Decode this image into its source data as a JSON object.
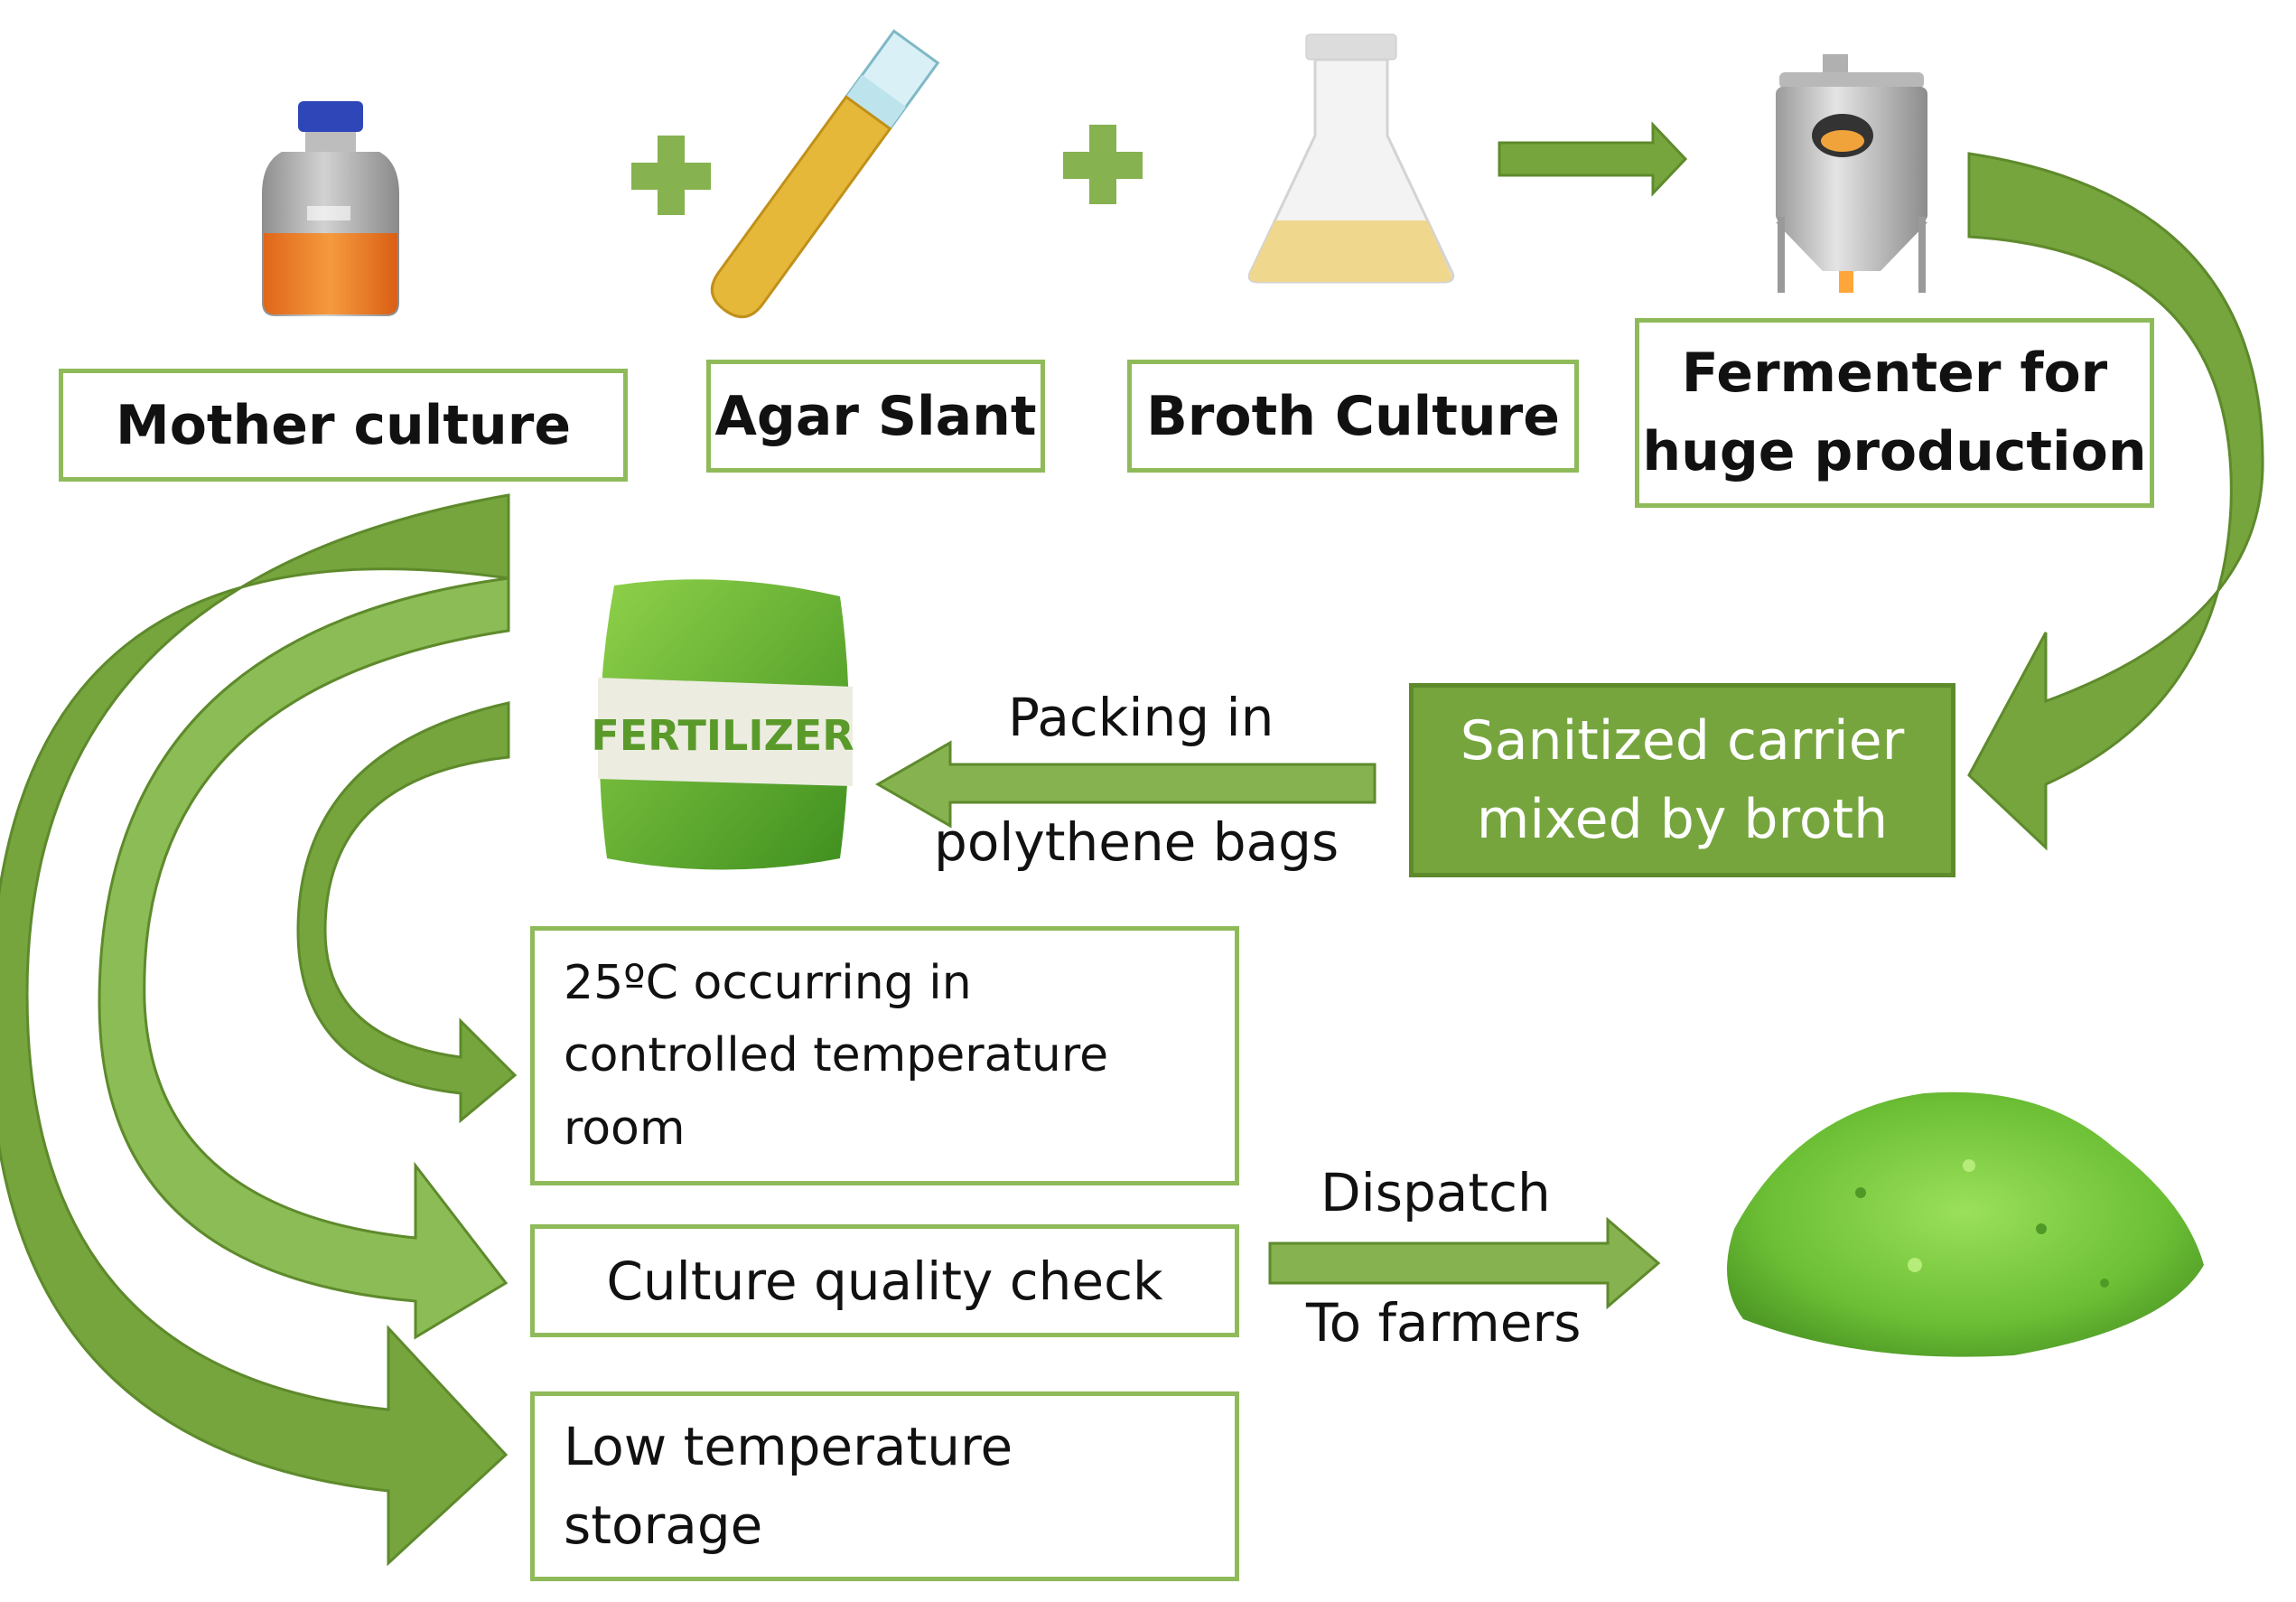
{
  "diagram": {
    "colors": {
      "arrow_fill": "#76a53e",
      "arrow_fill_light": "#8cbc55",
      "arrow_stroke": "#5e8a2c",
      "box_border": "#8fba5a",
      "filled_box": "#76a53e",
      "plus_sign": "#86b250"
    },
    "icons": {
      "mother_culture": "reagent-bottle-icon",
      "agar_slant": "test-tube-icon",
      "broth_culture": "erlenmeyer-flask-icon",
      "fermenter": "fermenter-tank-icon",
      "fertilizer_bag": "fertilizer-bag-icon",
      "product": "green-powder-icon"
    },
    "nodes": {
      "mother_culture": "Mother culture",
      "agar_slant": "Agar Slant",
      "broth_culture": "Broth Culture",
      "fermenter": {
        "line1": "Fermenter for",
        "line2": "huge production"
      },
      "sanitized": {
        "line1": "Sanitized carrier",
        "line2": "mixed by broth"
      },
      "fertilizer_bag_text": "FERTILIZER",
      "incubation": {
        "line1": "25ºC occurring in",
        "line2": "controlled temperature",
        "line3": "room"
      },
      "quality_check": "Culture quality check",
      "storage": {
        "line1": "Low temperature",
        "line2": "storage"
      }
    },
    "edge_labels": {
      "packing": {
        "line1": "Packing in",
        "line2": "polythene bags"
      },
      "dispatch": {
        "line1": "Dispatch",
        "line2": "To farmers"
      }
    }
  }
}
